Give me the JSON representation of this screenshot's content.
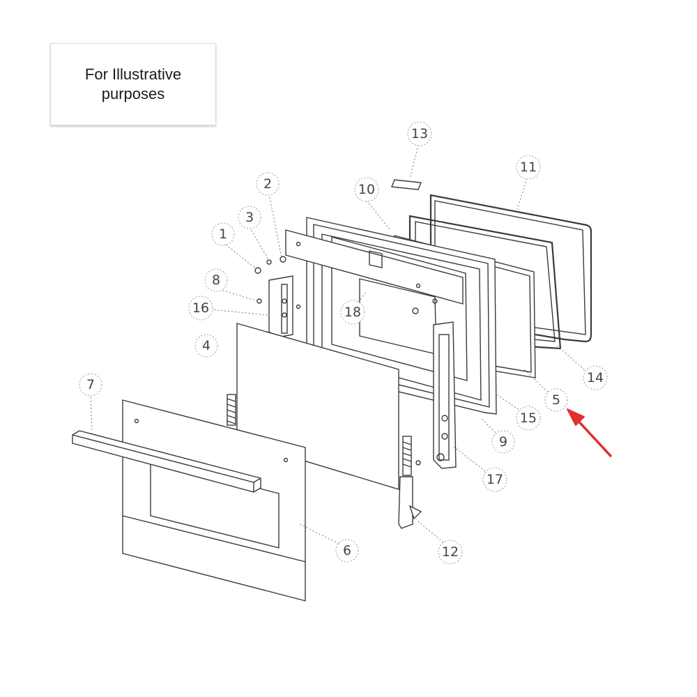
{
  "note": {
    "line1": "For Illustrative",
    "line2": "purposes"
  },
  "callouts": [
    {
      "id": "1",
      "label": "1"
    },
    {
      "id": "2",
      "label": "2"
    },
    {
      "id": "3",
      "label": "3"
    },
    {
      "id": "4",
      "label": "4"
    },
    {
      "id": "5",
      "label": "5"
    },
    {
      "id": "6",
      "label": "6"
    },
    {
      "id": "7",
      "label": "7"
    },
    {
      "id": "8",
      "label": "8"
    },
    {
      "id": "9",
      "label": "9"
    },
    {
      "id": "10",
      "label": "10"
    },
    {
      "id": "11",
      "label": "11"
    },
    {
      "id": "12",
      "label": "12"
    },
    {
      "id": "13",
      "label": "13"
    },
    {
      "id": "14",
      "label": "14"
    },
    {
      "id": "15",
      "label": "15"
    },
    {
      "id": "16",
      "label": "16"
    },
    {
      "id": "17",
      "label": "17"
    },
    {
      "id": "18",
      "label": "18"
    }
  ],
  "highlight": {
    "target_part": "5",
    "arrow_color": "#e03030"
  },
  "colors": {
    "line": "#3a3a3a",
    "leader": "#777777",
    "label": "#444444"
  }
}
